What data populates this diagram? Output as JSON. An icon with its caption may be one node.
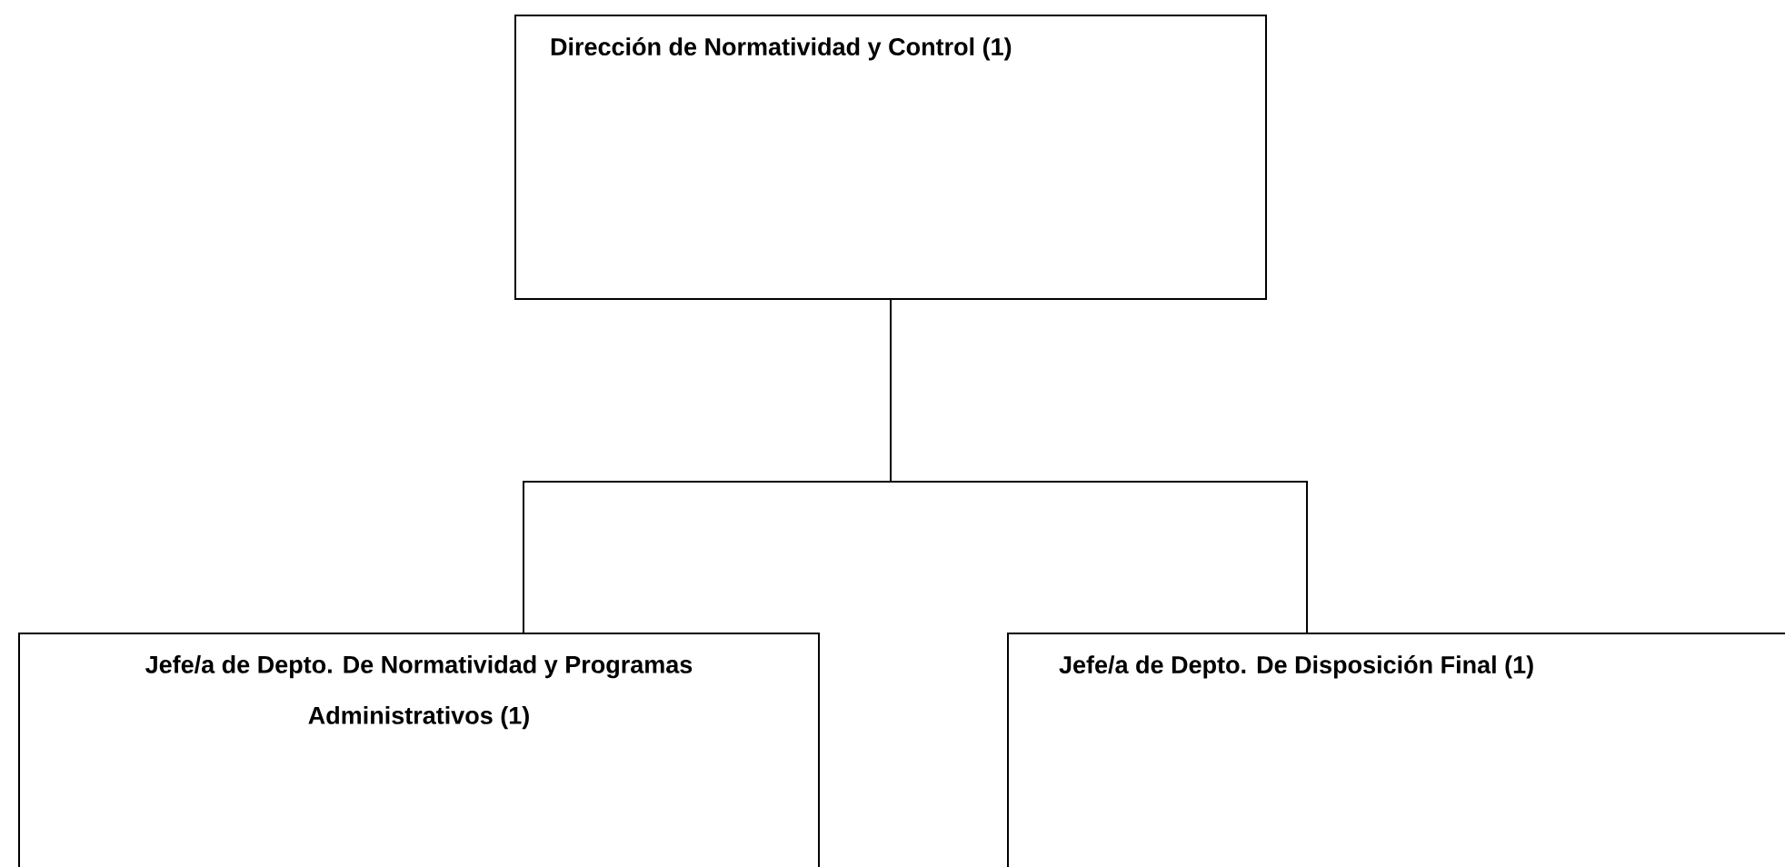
{
  "diagram": {
    "nodes": [
      {
        "text": [
          "Dirección de Normatividad y Control (1)"
        ]
      },
      {
        "text": [
          "Jefe/a de Depto. De Normatividad y Programas Administrativos (1)"
        ]
      },
      {
        "text": [
          "Jefe/a de Depto. De Disposición Final (1)"
        ]
      }
    ],
    "edges": [
      {
        "from": 0,
        "to": 1,
        "arrow": "none"
      },
      {
        "from": 0,
        "to": 2,
        "arrow": "none"
      }
    ]
  }
}
